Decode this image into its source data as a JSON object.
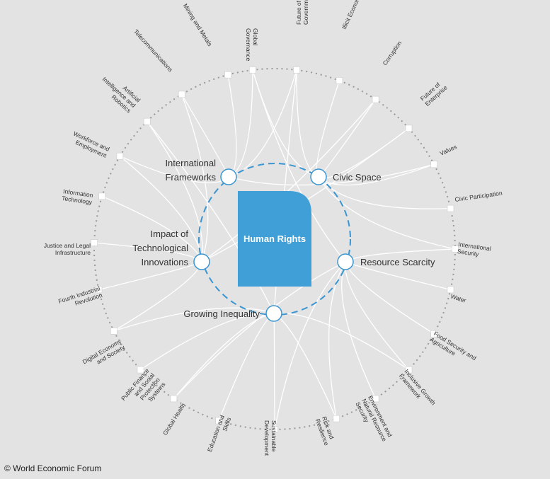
{
  "center": {
    "label": "Human Rights"
  },
  "key_issues": [
    {
      "id": "intl",
      "label_lines": [
        "International",
        "Frameworks"
      ]
    },
    {
      "id": "civic",
      "label_lines": [
        "Civic Space"
      ]
    },
    {
      "id": "resource",
      "label_lines": [
        "Resource Scarcity"
      ]
    },
    {
      "id": "inequality",
      "label_lines": [
        "Growing Inequality"
      ]
    },
    {
      "id": "tech",
      "label_lines": [
        "Impact of",
        "Technological",
        "Innovations"
      ]
    }
  ],
  "topics": [
    {
      "lines": [
        "Global",
        "Governance"
      ]
    },
    {
      "lines": [
        "Future of",
        "Government"
      ]
    },
    {
      "lines": [
        "Illicit Economy"
      ]
    },
    {
      "lines": [
        "Corruption"
      ]
    },
    {
      "lines": [
        "Future of",
        "Enterprise"
      ]
    },
    {
      "lines": [
        "Values"
      ]
    },
    {
      "lines": [
        "Civic Participation"
      ]
    },
    {
      "lines": [
        "International",
        "Security"
      ]
    },
    {
      "lines": [
        "Water"
      ]
    },
    {
      "lines": [
        "Food Security and",
        "Agriculture"
      ]
    },
    {
      "lines": [
        "Inclusive Growth",
        "Framework"
      ]
    },
    {
      "lines": [
        "Environment and",
        "Natural Resource",
        "Security"
      ]
    },
    {
      "lines": [
        "Risk and",
        "Resilience"
      ]
    },
    {
      "lines": [
        "Sustainable",
        "Development"
      ]
    },
    {
      "lines": [
        "Education and",
        "Skills"
      ]
    },
    {
      "lines": [
        "Global Health"
      ]
    },
    {
      "lines": [
        "Public Finance",
        "and Social",
        "Protection",
        "Systems"
      ]
    },
    {
      "lines": [
        "Digital Economy",
        "and Society"
      ]
    },
    {
      "lines": [
        "Fourth Industrial",
        "Revolution"
      ]
    },
    {
      "lines": [
        "Justice and Legal",
        "Infrastructure"
      ]
    },
    {
      "lines": [
        "Information",
        "Technology"
      ]
    },
    {
      "lines": [
        "Workforce and",
        "Employment"
      ]
    },
    {
      "lines": [
        "Artificial",
        "Intelligence and",
        "Robotics"
      ]
    },
    {
      "lines": [
        "Telecommunications"
      ]
    },
    {
      "lines": [
        "Mining and Metals"
      ]
    }
  ],
  "links": [
    [
      "intl",
      0
    ],
    [
      "intl",
      1
    ],
    [
      "intl",
      21
    ],
    [
      "intl",
      23
    ],
    [
      "intl",
      24
    ],
    [
      "intl",
      5
    ],
    [
      "civic",
      0
    ],
    [
      "civic",
      1
    ],
    [
      "civic",
      2
    ],
    [
      "civic",
      3
    ],
    [
      "civic",
      4
    ],
    [
      "civic",
      5
    ],
    [
      "civic",
      6
    ],
    [
      "civic",
      7
    ],
    [
      "resource",
      7
    ],
    [
      "resource",
      8
    ],
    [
      "resource",
      9
    ],
    [
      "resource",
      10
    ],
    [
      "resource",
      11
    ],
    [
      "resource",
      12
    ],
    [
      "resource",
      13
    ],
    [
      "resource",
      15
    ],
    [
      "resource",
      0
    ],
    [
      "inequality",
      10
    ],
    [
      "inequality",
      12
    ],
    [
      "inequality",
      13
    ],
    [
      "inequality",
      14
    ],
    [
      "inequality",
      15
    ],
    [
      "inequality",
      16
    ],
    [
      "inequality",
      17
    ],
    [
      "inequality",
      22
    ],
    [
      "inequality",
      1
    ],
    [
      "tech",
      17
    ],
    [
      "tech",
      18
    ],
    [
      "tech",
      19
    ],
    [
      "tech",
      20
    ],
    [
      "tech",
      21
    ],
    [
      "tech",
      22
    ],
    [
      "tech",
      23
    ],
    [
      "tech",
      4
    ],
    [
      "tech",
      3
    ]
  ],
  "colors": {
    "background": "#e3e3e3",
    "center_fill": "#3f9fd6",
    "inner_ring": "#3a95d1",
    "outer_ring": "#999999",
    "link": "#ffffff",
    "text": "#333333"
  },
  "footer": {
    "copyright": "© World Economic Forum"
  }
}
